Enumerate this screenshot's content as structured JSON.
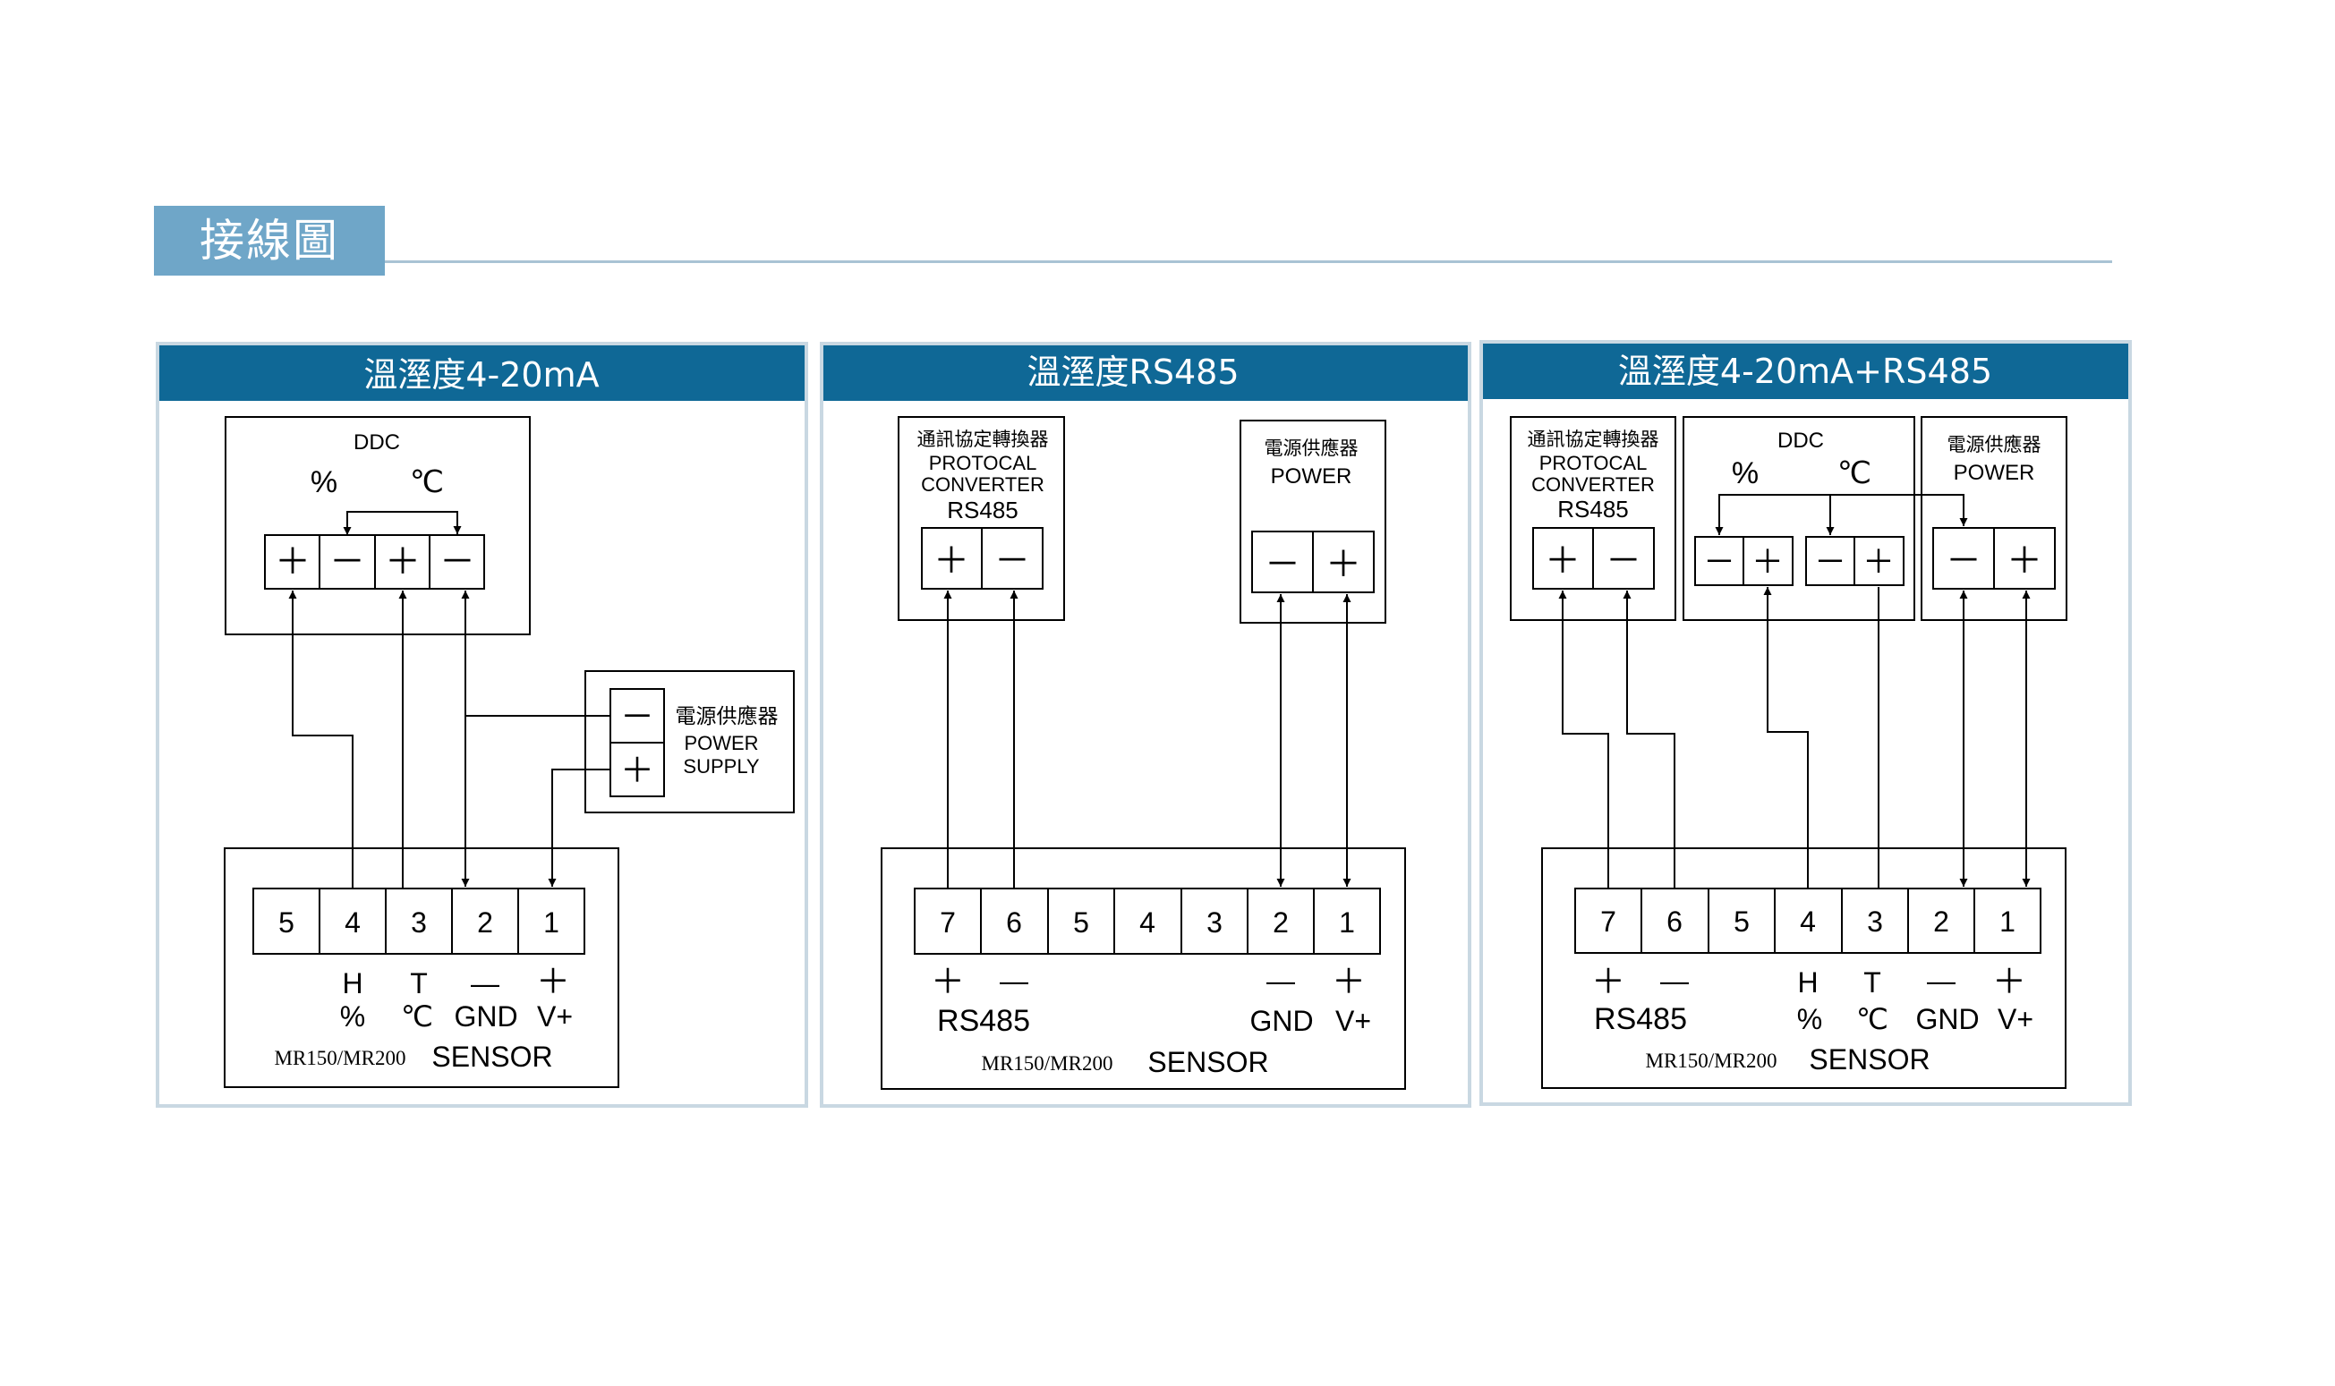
{
  "header": {
    "title": "接線圖"
  },
  "panels": [
    {
      "title": "溫溼度4-20mA",
      "ddc": {
        "label": "DDC",
        "percent": "%",
        "celsius": "℃",
        "terminals": [
          "＋",
          "－",
          "＋",
          "－"
        ]
      },
      "power": {
        "cn": "電源供應器",
        "line1": "POWER",
        "line2": "SUPPLY",
        "terminals": [
          "－",
          "＋"
        ]
      },
      "sensor": {
        "terminals": [
          "5",
          "4",
          "3",
          "2",
          "1"
        ],
        "labels_top": [
          "H",
          "T",
          "—",
          "＋"
        ],
        "labels_bottom": [
          "%",
          "℃",
          "GND",
          "V+"
        ],
        "model": "MR150/MR200",
        "name": "SENSOR"
      }
    },
    {
      "title": "溫溼度RS485",
      "converter": {
        "cn": "通訊協定轉換器",
        "line1": "PROTOCAL",
        "line2": "CONVERTER",
        "line3": "RS485",
        "terminals": [
          "＋",
          "－"
        ]
      },
      "power": {
        "cn": "電源供應器",
        "line1": "POWER",
        "terminals": [
          "－",
          "＋"
        ]
      },
      "sensor": {
        "terminals": [
          "7",
          "6",
          "5",
          "4",
          "3",
          "2",
          "1"
        ],
        "labels_top": [
          "＋",
          "—",
          "—",
          "＋"
        ],
        "labels_bottom": [
          "RS485",
          "GND",
          "V+"
        ],
        "model": "MR150/MR200",
        "name": "SENSOR"
      }
    },
    {
      "title": "溫溼度4-20mA+RS485",
      "converter": {
        "cn": "通訊協定轉換器",
        "line1": "PROTOCAL",
        "line2": "CONVERTER",
        "line3": "RS485",
        "terminals": [
          "＋",
          "－"
        ]
      },
      "ddc": {
        "label": "DDC",
        "percent": "%",
        "celsius": "℃",
        "terminals": [
          "－",
          "＋",
          "－",
          "＋"
        ]
      },
      "power": {
        "cn": "電源供應器",
        "line1": "POWER",
        "terminals": [
          "－",
          "＋"
        ]
      },
      "sensor": {
        "terminals": [
          "7",
          "6",
          "5",
          "4",
          "3",
          "2",
          "1"
        ],
        "labels_top": [
          "＋",
          "—",
          "H",
          "T",
          "—",
          "＋"
        ],
        "labels_bottom": [
          "RS485",
          "%",
          "℃",
          "GND",
          "V+"
        ],
        "model": "MR150/MR200",
        "name": "SENSOR"
      }
    }
  ],
  "colors": {
    "panel_header": "#0f6896",
    "panel_border": "#c9d8e2",
    "badge": "#6fa6c8",
    "line": "#000000"
  }
}
